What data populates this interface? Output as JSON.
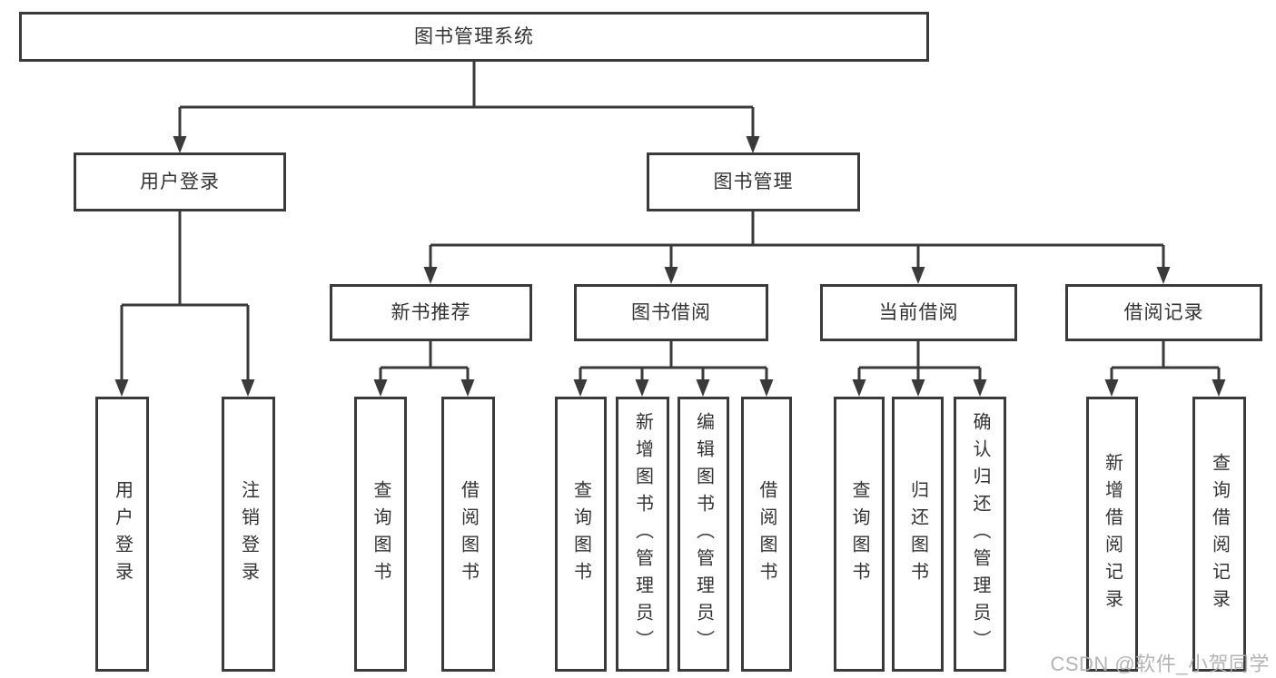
{
  "diagram": {
    "line_color": "#3a3a3a",
    "text_color": "#333333",
    "root": {
      "label": "图书管理系统"
    },
    "level2": [
      {
        "label": "用户登录"
      },
      {
        "label": "图书管理"
      }
    ],
    "level3": [
      {
        "label": "新书推荐"
      },
      {
        "label": "图书借阅"
      },
      {
        "label": "当前借阅"
      },
      {
        "label": "借阅记录"
      }
    ],
    "leaves": [
      {
        "label": "用户登录"
      },
      {
        "label": "注销登录"
      },
      {
        "label": "查询图书"
      },
      {
        "label": "借阅图书"
      },
      {
        "label": "查询图书"
      },
      {
        "label": "新增图书（管理员）"
      },
      {
        "label": "编辑图书（管理员）"
      },
      {
        "label": "借阅图书"
      },
      {
        "label": "查询图书"
      },
      {
        "label": "归还图书"
      },
      {
        "label": "确认归还（管理员）"
      },
      {
        "label": "新增借阅记录"
      },
      {
        "label": "查询借阅记录"
      }
    ]
  },
  "watermark": {
    "text": "CSDN @软件_小贺同学",
    "color": "#b0b0b0"
  }
}
